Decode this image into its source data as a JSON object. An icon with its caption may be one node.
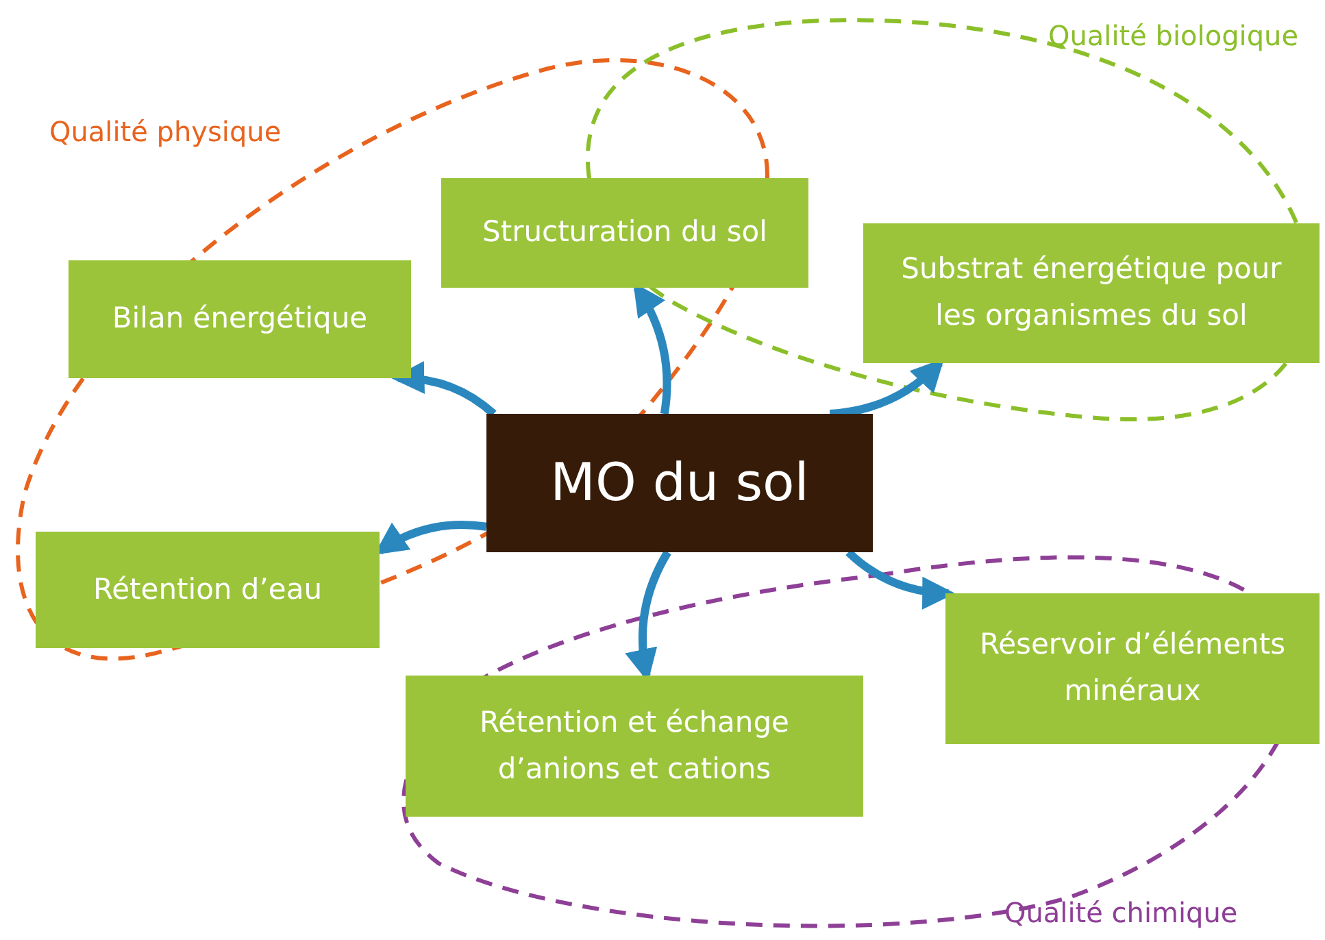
{
  "diagram": {
    "nodes": [
      {
        "text": [
          "MO du sol"
        ]
      },
      {
        "text": [
          "Structuration du sol"
        ]
      },
      {
        "text": [
          "Bilan énergétique"
        ]
      },
      {
        "text": [
          "Substrat énergétique pour les organismes du sol"
        ]
      },
      {
        "text": [
          "Rétention d’eau"
        ]
      },
      {
        "text": [
          "Réservoir d’éléments minéraux"
        ]
      },
      {
        "text": [
          "Rétention et échange d’anions et cations"
        ]
      }
    ],
    "edges": [
      {
        "from": 0,
        "to": 1,
        "arrow": "to"
      },
      {
        "from": 0,
        "to": 2,
        "arrow": "to"
      },
      {
        "from": 0,
        "to": 3,
        "arrow": "to"
      },
      {
        "from": 0,
        "to": 4,
        "arrow": "to"
      },
      {
        "from": 0,
        "to": 5,
        "arrow": "to"
      },
      {
        "from": 0,
        "to": 6,
        "arrow": "to"
      }
    ],
    "labels": [
      "Qualité biologique",
      "Qualité physique",
      "Qualité chimique"
    ]
  }
}
